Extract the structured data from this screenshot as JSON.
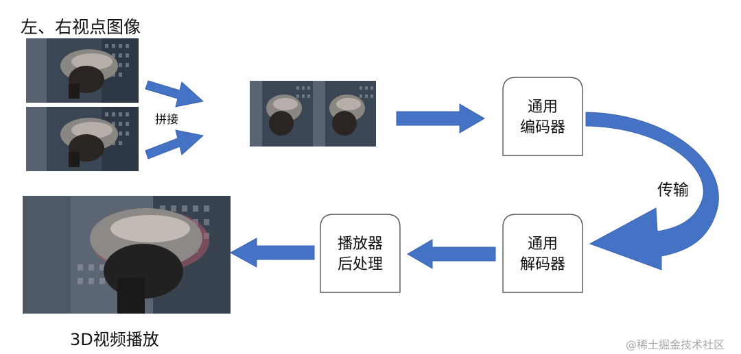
{
  "title": "左、右视点图像",
  "stitch_label": "拼接",
  "transmit_label": "传输",
  "output_label": "3D视频播放",
  "encoder": {
    "line1": "通用",
    "line2": "编码器"
  },
  "decoder": {
    "line1": "通用",
    "line2": "解码器"
  },
  "postprocess": {
    "line1": "播放器",
    "line2": "后处理"
  },
  "watermark": "@稀土掘金技术社区",
  "colors": {
    "arrow": "#4472c4",
    "arrow_edge": "#3b63ad",
    "box_border": "#555555"
  }
}
